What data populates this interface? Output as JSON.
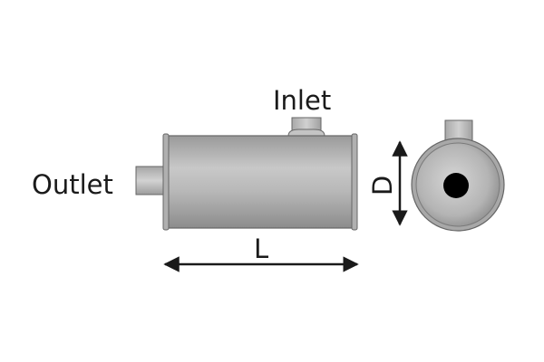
{
  "labels": {
    "inlet": "Inlet",
    "outlet": "Outlet",
    "length": "L",
    "diameter": "D"
  },
  "colors": {
    "body_dark": "#8a8a8a",
    "body_light": "#cfcfcf",
    "outline": "#555555",
    "arrow": "#1a1a1a",
    "hole": "#000000",
    "background": "#ffffff"
  }
}
